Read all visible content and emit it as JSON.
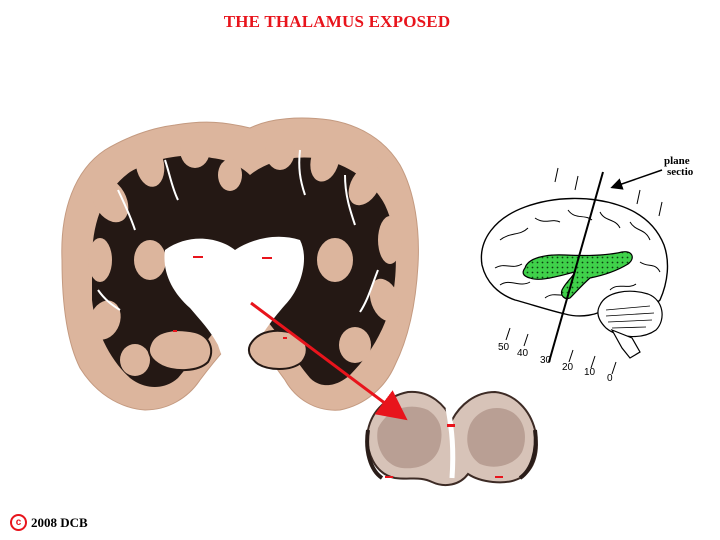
{
  "title": "THE THALAMUS EXPOSED",
  "copyright": {
    "symbol": "c",
    "text": "2008  DCB"
  },
  "diagram": {
    "plane_label_line1": "plane",
    "plane_label_line2": "sectio",
    "tick_labels": [
      "50",
      "40",
      "30",
      "20",
      "10",
      "0"
    ]
  },
  "colors": {
    "title": "#e8141c",
    "arrow": "#e8141c",
    "thalamus_highlight": "#3fd14a",
    "gray_matter": "#dcb59d",
    "white_matter": "#241814"
  },
  "icons": {
    "copyright": "copyright-circle-icon",
    "arrow": "red-pointer-arrow"
  }
}
